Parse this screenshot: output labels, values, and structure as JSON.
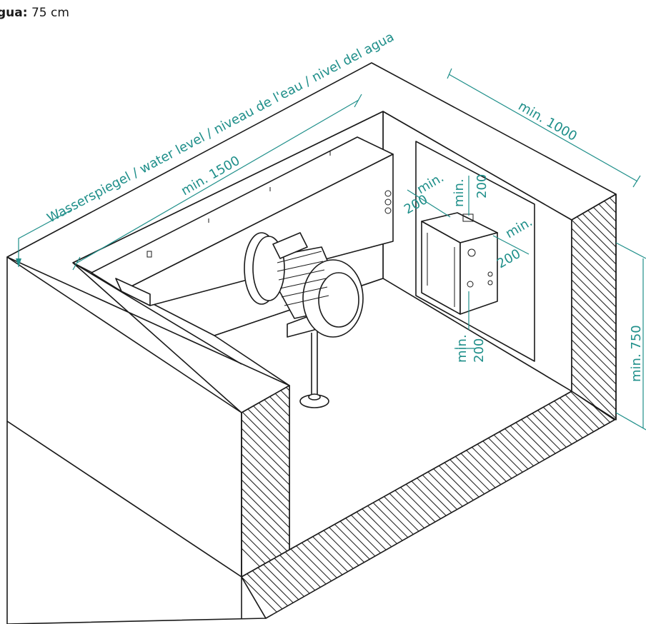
{
  "caption": {
    "label": "gua:",
    "value": "75 cm"
  },
  "labels": {
    "water_level": "Wasserspiegel / water level / niveau de l'eau / nivel del agua",
    "min_1500": "min. 1500",
    "min_1000": "min. 1000",
    "min_750": "min. 750",
    "min_200_left": "min.",
    "val_200_left": "200",
    "min_200_top": "min.",
    "val_200_top": "200",
    "min_200_right": "min.",
    "val_200_right": "200",
    "min_200_bottom": "min.",
    "val_200_bottom": "200"
  },
  "colors": {
    "dimension": "#1f8f8a",
    "line": "#1a1a1a"
  }
}
